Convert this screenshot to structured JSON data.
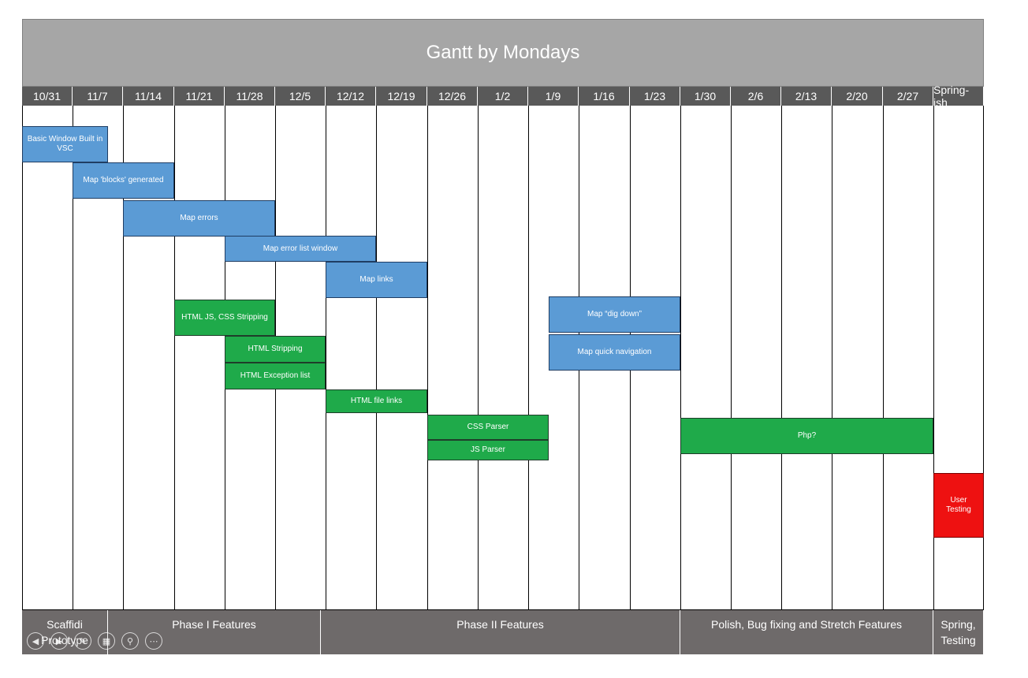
{
  "title": "Gantt by Mondays",
  "weeks": [
    "10/31",
    "11/7",
    "11/14",
    "11/21",
    "11/28",
    "12/5",
    "12/12",
    "12/19",
    "12/26",
    "1/2",
    "1/9",
    "1/16",
    "1/23",
    "1/30",
    "2/6",
    "2/13",
    "2/20",
    "2/27",
    "Spring-ish"
  ],
  "tasks": [
    {
      "label": "Basic Window Built in VSC",
      "start": 0,
      "end": 1.7,
      "row": 0,
      "color": "blue"
    },
    {
      "label": "Map 'blocks' generated",
      "start": 1,
      "end": 3,
      "row": 1,
      "color": "blue"
    },
    {
      "label": "Map errors",
      "start": 2,
      "end": 5,
      "row": 2,
      "color": "blue"
    },
    {
      "label": "Map error list window",
      "start": 4,
      "end": 7,
      "row": 3,
      "color": "blue"
    },
    {
      "label": "Map links",
      "start": 6,
      "end": 8,
      "row": 4,
      "color": "blue"
    },
    {
      "label": "HTML JS, CSS Stripping",
      "start": 3,
      "end": 5,
      "row": 5,
      "color": "green"
    },
    {
      "label": "HTML Stripping",
      "start": 4,
      "end": 6,
      "row": 6,
      "color": "green"
    },
    {
      "label": "HTML Exception list",
      "start": 4,
      "end": 6,
      "row": 7,
      "color": "green"
    },
    {
      "label": "HTML file links",
      "start": 6,
      "end": 8,
      "row": 8,
      "color": "green"
    },
    {
      "label": "CSS Parser",
      "start": 8,
      "end": 10.4,
      "row": 9,
      "color": "green"
    },
    {
      "label": "JS Parser",
      "start": 8,
      "end": 10.4,
      "row": 10,
      "color": "green"
    },
    {
      "label": "Map “dig down”",
      "start": 10.4,
      "end": 13,
      "row": 11,
      "color": "blue"
    },
    {
      "label": "Map quick navigation",
      "start": 10.4,
      "end": 13,
      "row": 12,
      "color": "blue"
    },
    {
      "label": "Php?",
      "start": 13,
      "end": 18,
      "row": 13,
      "color": "green"
    },
    {
      "label": "User Testing",
      "start": 18,
      "end": 19,
      "row": 14,
      "color": "red"
    }
  ],
  "phases": [
    {
      "label": "Scaffidi Prototype",
      "start": 0,
      "end": 1.7
    },
    {
      "label": "Phase I Features",
      "start": 1.7,
      "end": 5.9
    },
    {
      "label": "Phase II Features",
      "start": 5.9,
      "end": 13
    },
    {
      "label": "Polish, Bug fixing and Stretch Features",
      "start": 13,
      "end": 18
    },
    {
      "label": "Spring, Testing",
      "start": 18,
      "end": 19
    }
  ],
  "colors": {
    "blue": "#5b9bd5",
    "green": "#1faa4a",
    "red": "#ee1111",
    "header": "#595959",
    "title_bar": "#a6a6a6",
    "phase_bar": "#6e6a6a"
  },
  "nav_icons": [
    "back-icon",
    "forward-icon",
    "pen-icon",
    "slides-icon",
    "zoom-icon",
    "more-icon"
  ]
}
